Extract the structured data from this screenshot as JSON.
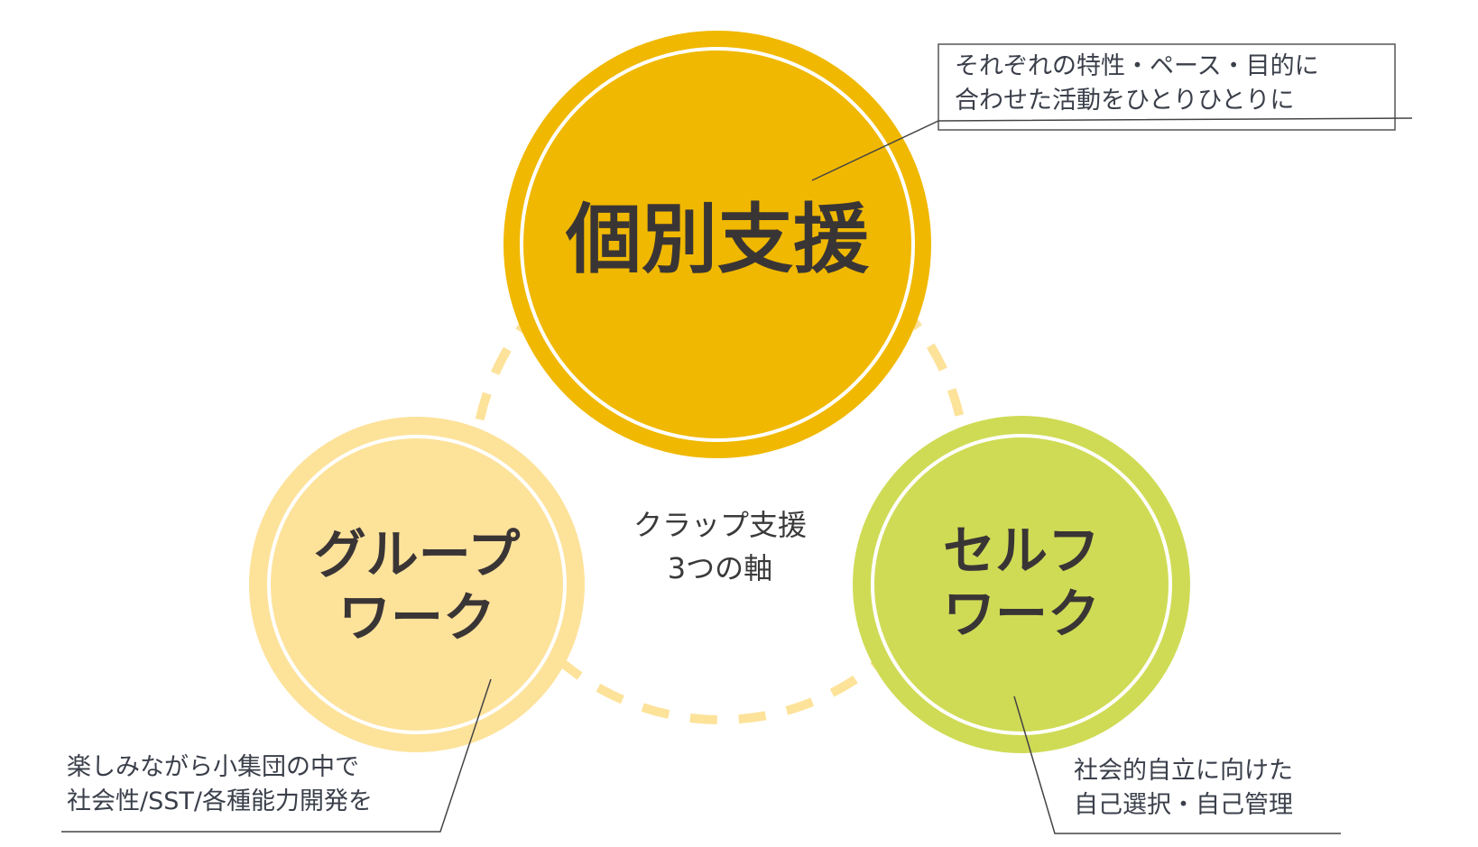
{
  "center_label": {
    "line1": "クラップ支援",
    "line2": "3つの軸"
  },
  "circles": {
    "individual": {
      "title": "個別支援",
      "color": "#F0B800",
      "note": [
        "それぞれの特性・ペース・目的に",
        "合わせた活動をひとりひとりに"
      ]
    },
    "group": {
      "title_line1": "グループ",
      "title_line2": "ワーク",
      "color": "#FDE29A",
      "note": [
        "楽しみながら小集団の中で",
        "社会性/SST/各種能力開発を"
      ]
    },
    "self": {
      "title_line1": "セルフ",
      "title_line2": "ワーク",
      "color": "#CFDB55",
      "note": [
        "社会的自立に向けた",
        "自己選択・自己管理"
      ]
    }
  },
  "dashed_color": "#FDE29A"
}
